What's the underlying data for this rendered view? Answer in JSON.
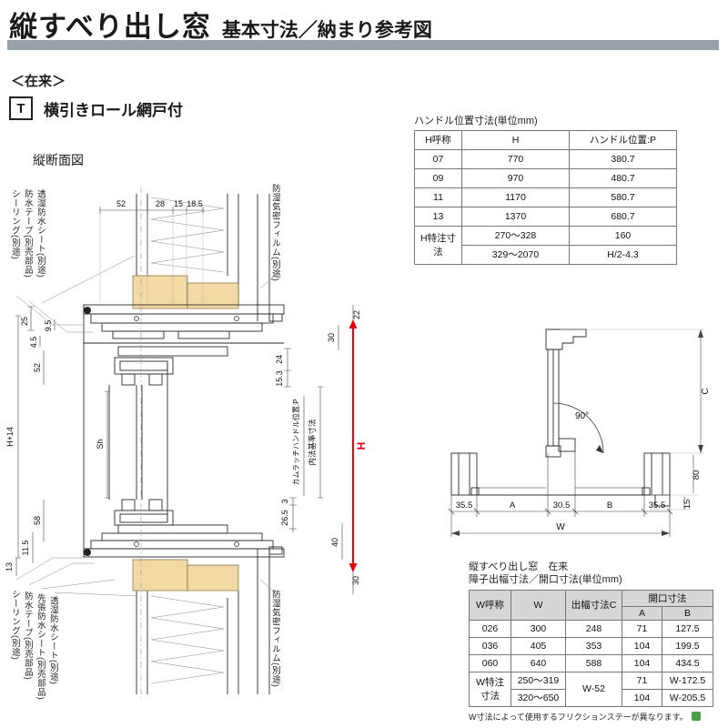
{
  "header": {
    "title": "縦すべり出し窓",
    "subtitle": "基本寸法／納まり参考図"
  },
  "meta": {
    "zairai": "＜在来＞",
    "type_code": "T",
    "type_label": "横引きロール網戸付",
    "section_title": "縦断面図"
  },
  "handle_table": {
    "title": "ハンドル位置寸法(単位mm)",
    "col_h_name": "H呼称",
    "col_h": "H",
    "col_p": "ハンドル位置:P",
    "rows": [
      {
        "name": "07",
        "h": "770",
        "p": "380.7"
      },
      {
        "name": "09",
        "h": "970",
        "p": "480.7"
      },
      {
        "name": "11",
        "h": "1170",
        "p": "580.7"
      },
      {
        "name": "13",
        "h": "1370",
        "p": "680.7"
      }
    ],
    "special_label": "H特注寸法",
    "special": [
      {
        "h": "270～328",
        "p": "160"
      },
      {
        "h": "329～2070",
        "p": "H/2-4.3"
      }
    ]
  },
  "width_table": {
    "title_line1": "縦すべり出し窓　在来",
    "title_line2": "障子出幅寸法／開口寸法(単位mm)",
    "col_w_name": "W呼称",
    "col_w": "W",
    "col_c": "出幅寸法C",
    "col_open": "開口寸法",
    "col_a": "A",
    "col_b": "B",
    "rows": [
      {
        "name": "026",
        "w": "300",
        "c": "248",
        "a": "71",
        "b": "127.5"
      },
      {
        "name": "036",
        "w": "405",
        "c": "353",
        "a": "104",
        "b": "199.5"
      },
      {
        "name": "060",
        "w": "640",
        "c": "588",
        "a": "104",
        "b": "434.5"
      }
    ],
    "special_label": "W特注寸法",
    "special_c": "W-52",
    "special": [
      {
        "w": "250～319",
        "a": "71",
        "b": "W-172.5"
      },
      {
        "w": "320～650",
        "a": "104",
        "b": "W-205.5"
      }
    ],
    "note": "W寸法によって使用するフリクションステーが異なります。"
  },
  "section_drawing": {
    "dims_top": {
      "d52": "52",
      "d28": "28",
      "d15": "15",
      "d185": "18.5"
    },
    "dims_left": {
      "d25": "25",
      "d95": "9.5",
      "d45": "4.5",
      "d52b": "52",
      "hplus14": "H+14",
      "sh": "Sh",
      "d58": "58",
      "d115": "11.5",
      "d13": "13"
    },
    "dims_right": {
      "d22": "22",
      "d30_top": "30",
      "d24": "24",
      "d153": "15.3",
      "uchinori": "内法基準寸法",
      "camlatch": "カムラッチハンドル位置:P",
      "h": "H",
      "d3": "3",
      "d265": "26.5",
      "d40": "40",
      "d30_bottom": "30"
    },
    "labels": {
      "sealing_top": "シーリング(別途)",
      "tape_top": "防水テープ(別売部品)",
      "sheet_top": "透湿防水シート(別途)",
      "film_top": "防湿気密フィルム(別途)",
      "sealing_bottom": "シーリング(別途)",
      "tape_bottom": "防水テープ(別売部品)",
      "sakibari_bottom": "先張防水シート(別売部品)",
      "sheet_bottom": "透湿防水シート(別途)",
      "film_bottom": "防湿気密フィルム(別途)"
    }
  },
  "plan_drawing": {
    "angle": "90°",
    "c": "C",
    "d80": "80",
    "d15": "15",
    "d355_left": "35.5",
    "a": "A",
    "d305": "30.5",
    "b": "B",
    "d355_right": "35.5",
    "w": "W"
  },
  "colors": {
    "header_bar": "#9aa0a8",
    "wood": "#f3d9a3",
    "dimension_red": "#e60012",
    "table_header_bg": "#d6d6d6",
    "note_green": "#45a049"
  }
}
